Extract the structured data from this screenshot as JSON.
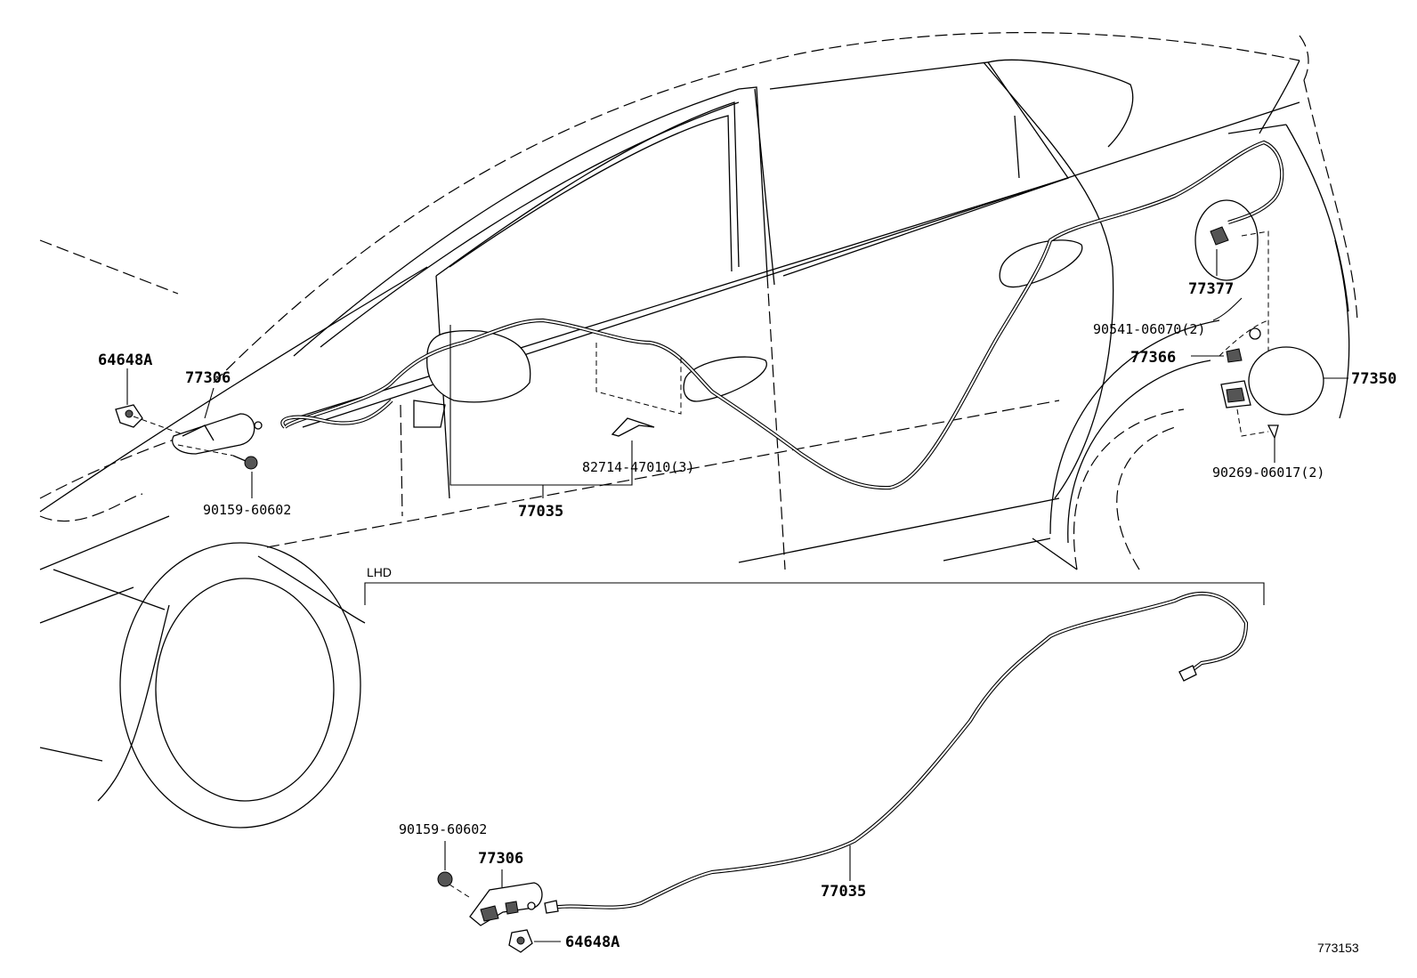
{
  "diagram": {
    "image_number": "773153",
    "variant_label": "LHD",
    "callouts": {
      "grommet_upper": "64648A",
      "lever_upper": "77306",
      "screw_upper": "90159-60602",
      "clip_mid": "82714-47010(3)",
      "cable_upper": "77035",
      "hinge_cap": "77377",
      "bolt_right": "90541-06070(2)",
      "spring": "77366",
      "fuel_lid": "77350",
      "screw_right": "90269-06017(2)",
      "screw_lower": "90159-60602",
      "lever_lower": "77306",
      "cable_lower": "77035",
      "grommet_lower": "64648A"
    }
  }
}
